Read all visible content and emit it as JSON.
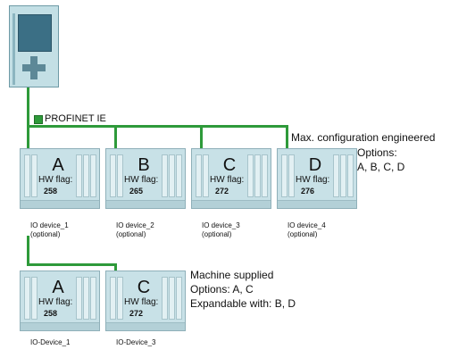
{
  "network_label": "PROFINET IE",
  "max_config": {
    "title": "Max. configuration engineered",
    "options_label": "Options:",
    "options_values": "A, B, C, D"
  },
  "row1": [
    {
      "letter": "A",
      "flag_label": "HW flag:",
      "flag_value": "258",
      "caption_line1": "IO device_1",
      "caption_line2": "(optional)"
    },
    {
      "letter": "B",
      "flag_label": "HW flag:",
      "flag_value": "265",
      "caption_line1": "IO device_2",
      "caption_line2": "(optional)"
    },
    {
      "letter": "C",
      "flag_label": "HW flag:",
      "flag_value": "272",
      "caption_line1": "IO device_3",
      "caption_line2": "(optional)"
    },
    {
      "letter": "D",
      "flag_label": "HW flag:",
      "flag_value": "276",
      "caption_line1": "IO device_4",
      "caption_line2": "(optional)"
    }
  ],
  "row2": [
    {
      "letter": "A",
      "flag_label": "HW flag:",
      "flag_value": "258",
      "caption": "IO-Device_1"
    },
    {
      "letter": "C",
      "flag_label": "HW flag:",
      "flag_value": "272",
      "caption": "IO-Device_3"
    }
  ],
  "machine": {
    "title": "Machine supplied",
    "options": "Options: A, C",
    "expandable": "Expandable with: B, D"
  }
}
